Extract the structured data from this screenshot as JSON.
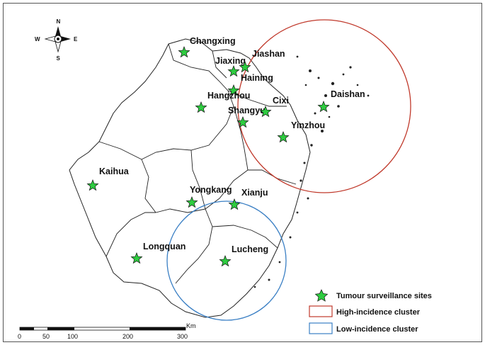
{
  "compass": {
    "n": "N",
    "s": "S",
    "e": "E",
    "w": "W"
  },
  "sites": [
    {
      "name": "Changxing"
    },
    {
      "name": "Jiaxing"
    },
    {
      "name": "Jiashan"
    },
    {
      "name": "Haining"
    },
    {
      "name": "Hangzhou"
    },
    {
      "name": "Shangyu"
    },
    {
      "name": "Cixi"
    },
    {
      "name": "Daishan"
    },
    {
      "name": "Yinzhou"
    },
    {
      "name": "Kaihua"
    },
    {
      "name": "Yongkang"
    },
    {
      "name": "Xianju"
    },
    {
      "name": "Longquan"
    },
    {
      "name": "Lucheng"
    }
  ],
  "legend": {
    "sites": "Tumour surveillance sites",
    "high": "High-incidence cluster",
    "low": "Low-incidence cluster"
  },
  "colors": {
    "star_fill": "#2ecc40",
    "high_cluster": "#c0392b",
    "low_cluster": "#3a7fc4"
  },
  "scale_bar": {
    "unit": "Km",
    "ticks": [
      "0",
      "50",
      "100",
      "200",
      "300"
    ]
  }
}
